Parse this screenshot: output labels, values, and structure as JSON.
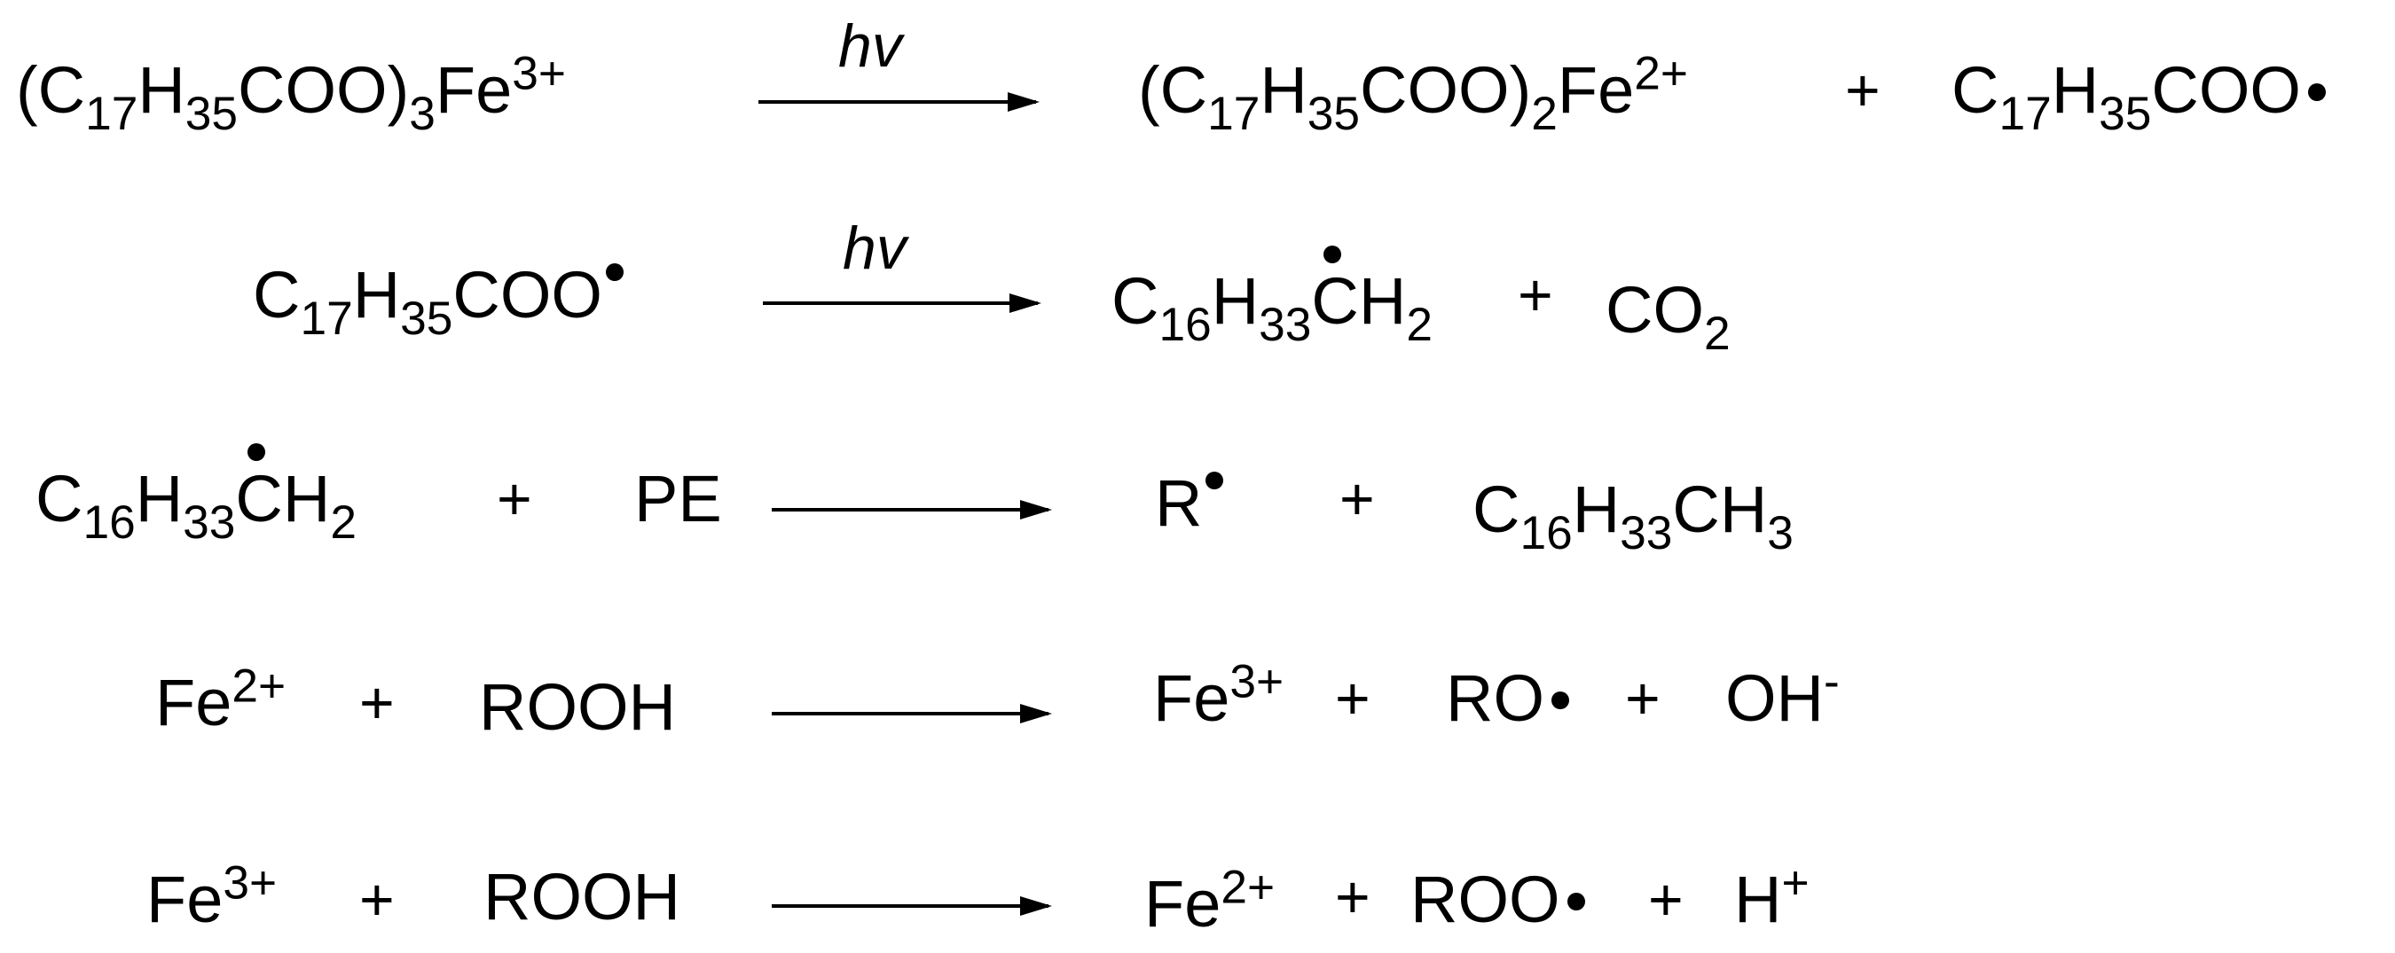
{
  "reactions": [
    {
      "reactant_1": {
        "pre": "(C",
        "n1": "17",
        "h": "H",
        "n2": "35",
        "post": "COO)",
        "n3": "3",
        "metal": "Fe",
        "charge": "3+"
      },
      "condition": "hv",
      "product_1": {
        "pre": "(C",
        "n1": "17",
        "h": "H",
        "n2": "35",
        "post": "COO)",
        "n3": "2",
        "metal": "Fe",
        "charge": "2+"
      },
      "plus_1": "+",
      "product_2": {
        "pre": "C",
        "n1": "17",
        "h": "H",
        "n2": "35",
        "post": "COO"
      }
    },
    {
      "reactant_1": {
        "pre": "C",
        "n1": "17",
        "h": "H",
        "n2": "35",
        "post": "COO"
      },
      "condition": "hv",
      "product_1": {
        "pre": "C",
        "n1": "16",
        "h": "H",
        "n2": "33",
        "ch": "C",
        "h2": "H",
        "n3": "2"
      },
      "plus_1": "+",
      "product_2": {
        "pre": "CO",
        "n1": "2"
      }
    },
    {
      "reactant_1": {
        "pre": "C",
        "n1": "16",
        "h": "H",
        "n2": "33",
        "ch": "C",
        "h2": "H",
        "n3": "2"
      },
      "plus_1": "+",
      "reactant_2": "PE",
      "product_1": "R",
      "plus_2": "+",
      "product_2": {
        "pre": "C",
        "n1": "16",
        "h": "H",
        "n2": "33",
        "post": "CH",
        "n3": "3"
      }
    },
    {
      "reactant_1": {
        "metal": "Fe",
        "charge": "2+"
      },
      "plus_1": "+",
      "reactant_2": "ROOH",
      "product_1": {
        "metal": "Fe",
        "charge": "3+"
      },
      "plus_2": "+",
      "product_2": "RO",
      "plus_3": "+",
      "product_3": {
        "base": "OH",
        "charge": "-"
      }
    },
    {
      "reactant_1": {
        "metal": "Fe",
        "charge": "3+"
      },
      "plus_1": "+",
      "reactant_2": "ROOH",
      "product_1": {
        "metal": "Fe",
        "charge": "2+"
      },
      "plus_2": "+",
      "product_2": "ROO",
      "plus_3": "+",
      "product_3": {
        "base": "H",
        "charge": "+"
      }
    }
  ]
}
